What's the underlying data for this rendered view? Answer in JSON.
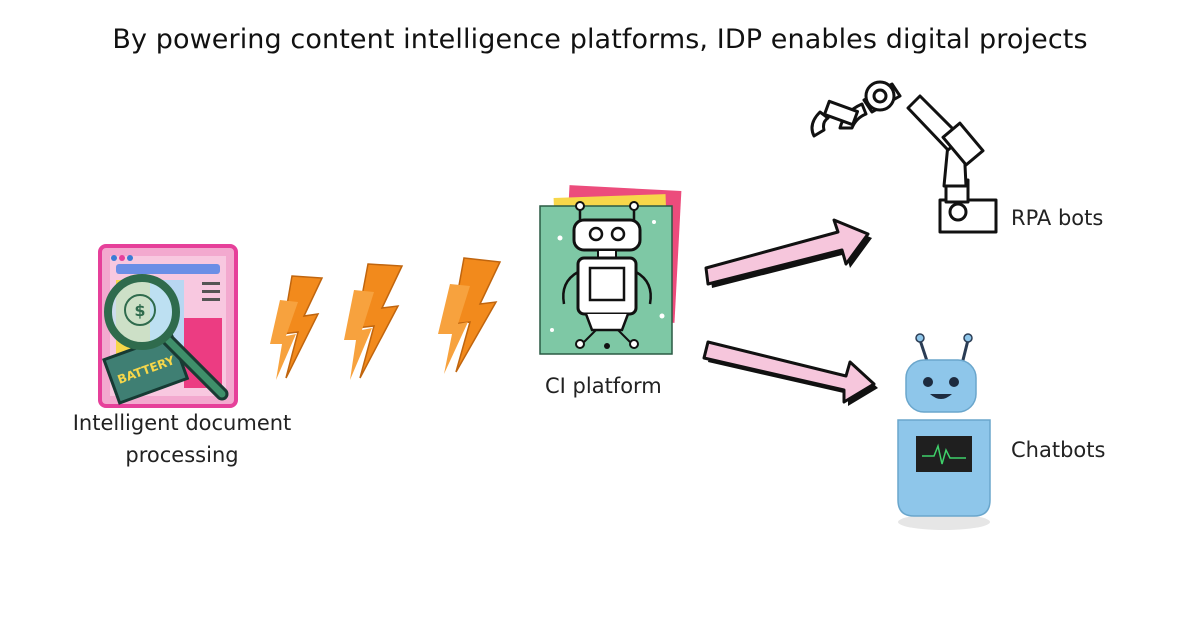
{
  "title": "By powering content intelligence platforms, IDP enables digital projects",
  "nodes": {
    "idp": {
      "label_line1": "Intelligent document",
      "label_line2": "processing",
      "book_text": "BATTERY"
    },
    "ci": {
      "label": "CI platform"
    },
    "rpa": {
      "label": "RPA bots"
    },
    "chatbots": {
      "label": "Chatbots"
    }
  },
  "colors": {
    "bolt": "#f28a1c",
    "arrow_fill": "#f6c6dc",
    "arrow_outline": "#111111",
    "doc_frame": "#e6409a",
    "ci_green": "#7ec8a5",
    "ci_yellow": "#f7d74a",
    "ci_pink": "#ec4c7c",
    "chatbot_blue": "#8ec6ea"
  }
}
